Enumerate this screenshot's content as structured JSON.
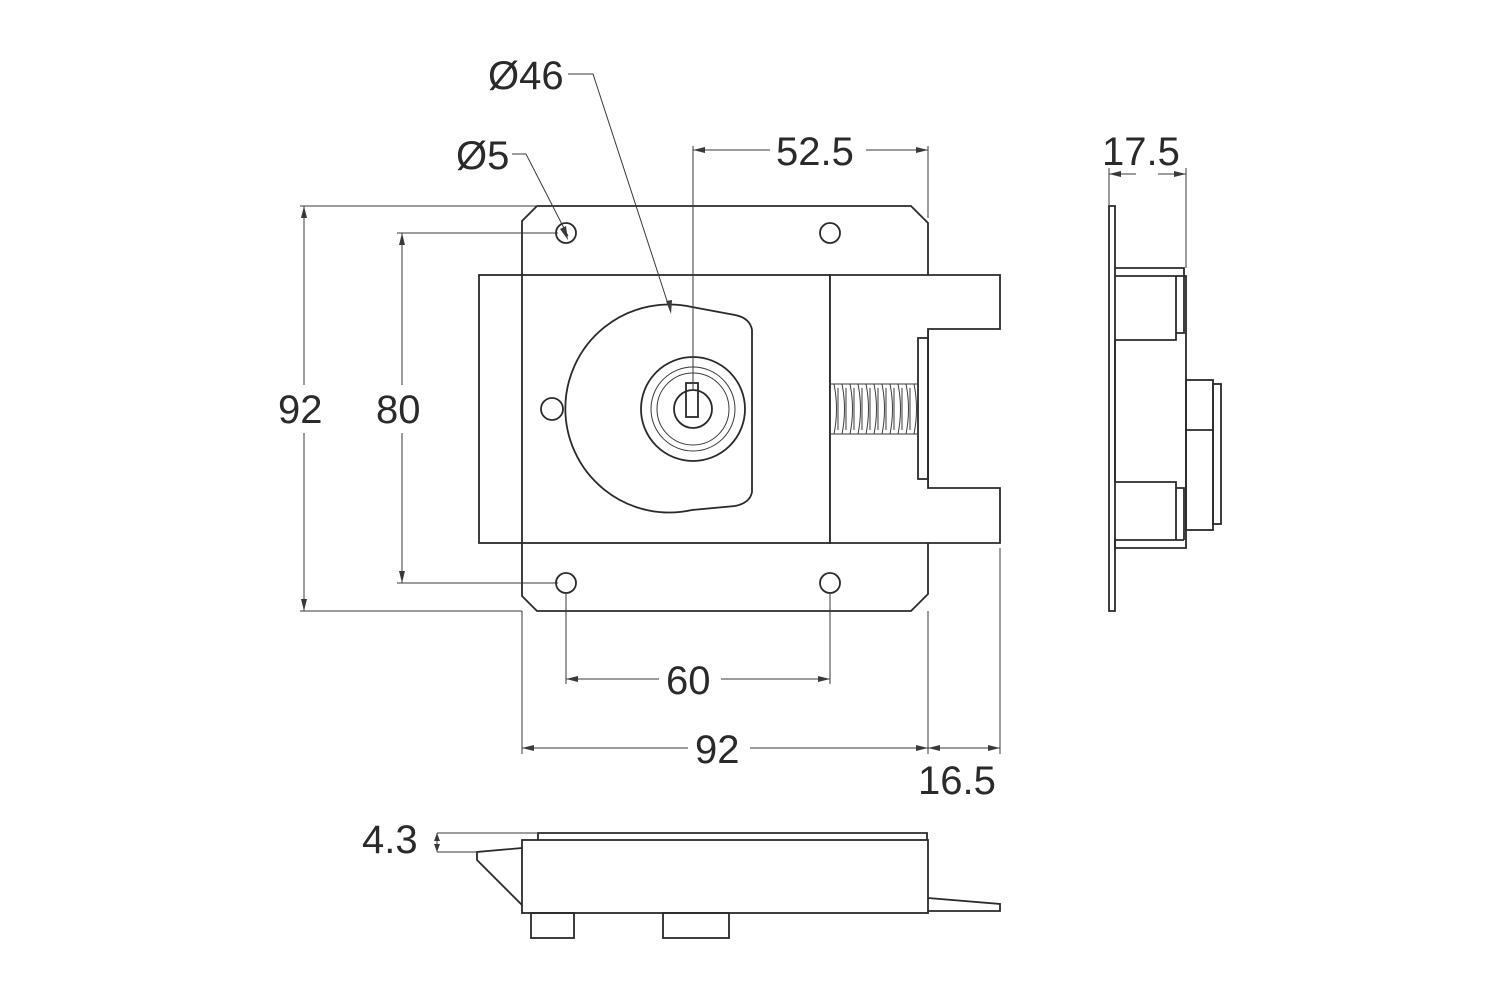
{
  "dimensions": {
    "dia_bolt_hole": "Ø5",
    "dia_lock_body": "Ø46",
    "key_offset": "52.5",
    "side_depth": "17.5",
    "overall_height": "92",
    "hole_spacing_vertical": "80",
    "hole_spacing_horizontal": "60",
    "overall_width": "92",
    "bolt_projection": "16.5",
    "plate_thickness": "4.3"
  }
}
